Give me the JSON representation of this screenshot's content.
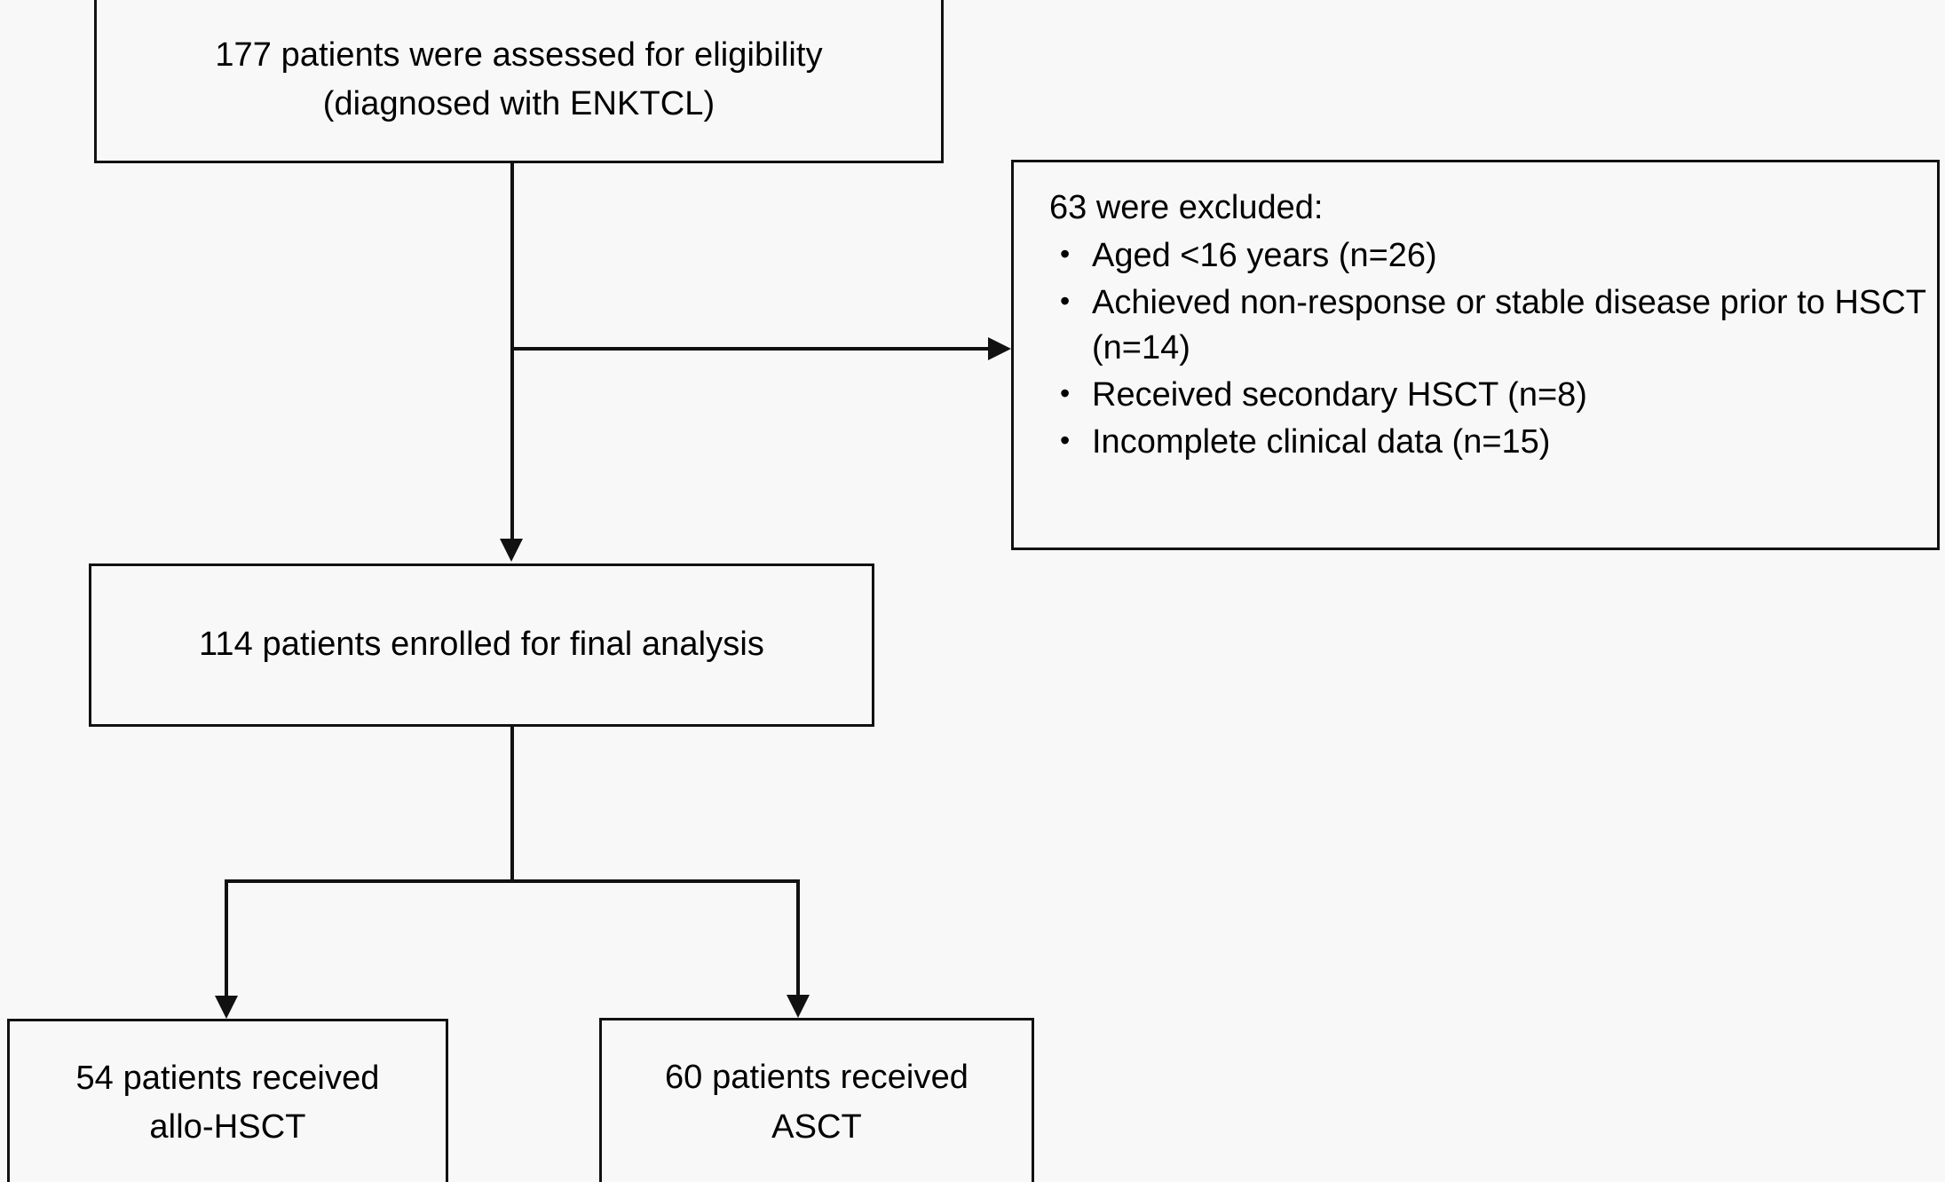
{
  "diagram": {
    "type": "consort-flow-diagram",
    "nodes": {
      "assessed": {
        "line1": "177 patients were assessed for eligibility",
        "line2": "(diagnosed with ENKTCL)"
      },
      "excluded": {
        "heading": "63 were excluded:",
        "bullet_glyph": "•",
        "items": [
          "Aged <16 years (n=26)",
          "Achieved non-response or stable disease prior to HSCT (n=14)",
          "Received secondary HSCT (n=8)",
          "Incomplete clinical data (n=15)"
        ]
      },
      "enrolled": {
        "line1": "114 patients enrolled for final analysis"
      },
      "allo_hsct": {
        "line1": "54 patients received",
        "line2": "allo-HSCT"
      },
      "asct": {
        "line1": "60 patients received",
        "line2": "ASCT"
      }
    },
    "colors": {
      "stroke": "#111111",
      "background": "#f8f8f8",
      "text": "#000000"
    }
  }
}
